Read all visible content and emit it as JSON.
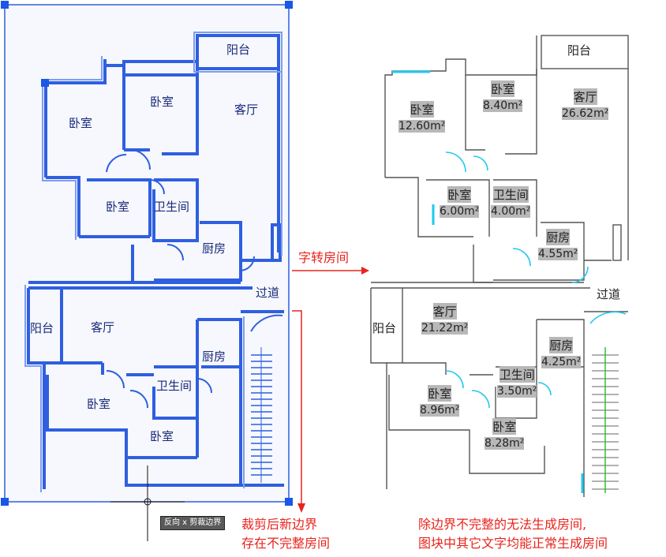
{
  "colors": {
    "cad_blue": "#2f5fe0",
    "cad_blue_light": "#7f9df0",
    "room_label_blue": "#1a2a7a",
    "annotation_red": "#e8231c",
    "area_bg": "#b8b8b8",
    "door_cyan": "#20c8ee",
    "plan_line": "#555555",
    "green_line": "#20c020"
  },
  "left_plan": {
    "rooms": [
      "阳台",
      "卧室",
      "卧室",
      "客厅",
      "卧室",
      "卫生间",
      "厨房",
      "过道",
      "阳台",
      "客厅",
      "厨房",
      "卫生间",
      "卧室",
      "卧室"
    ],
    "tooltip": "反向 x 剪裁边界"
  },
  "right_plan": {
    "rooms": [
      {
        "name": "卧室",
        "area": "12.60m²"
      },
      {
        "name": "卧室",
        "area": "8.40m²"
      },
      {
        "name": "客厅",
        "area": "26.62m²"
      },
      {
        "name": "卧室",
        "area": "6.00m²"
      },
      {
        "name": "卫生间",
        "area": "4.00m²"
      },
      {
        "name": "厨房",
        "area": "4.55m²"
      },
      {
        "name": "客厅",
        "area": "21.22m²"
      },
      {
        "name": "厨房",
        "area": "4.25m²"
      },
      {
        "name": "卫生间",
        "area": "3.50m²"
      },
      {
        "name": "卧室",
        "area": "8.96m²"
      },
      {
        "name": "卧室",
        "area": "8.28m²"
      }
    ],
    "plain_labels": [
      "阳台",
      "阳台",
      "过道"
    ]
  },
  "annotations": {
    "arrow_label": "字转房间",
    "left_note_1": "裁剪后新边界",
    "left_note_2": "存在不完整房间",
    "right_note_1": "除边界不完整的无法生成房间,",
    "right_note_2": "图块中其它文字均能正常生成房间"
  }
}
